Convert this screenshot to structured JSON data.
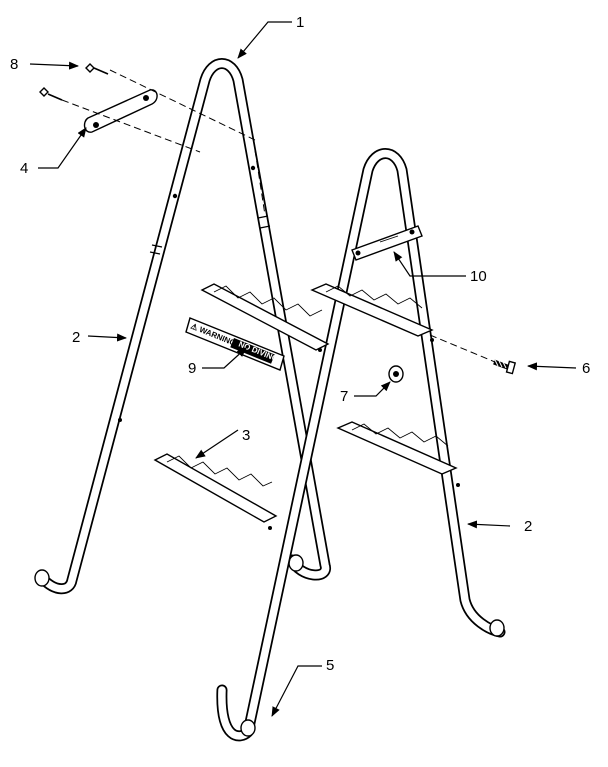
{
  "callouts": [
    {
      "id": "1",
      "text": "1"
    },
    {
      "id": "2a",
      "text": "2"
    },
    {
      "id": "2b",
      "text": "2"
    },
    {
      "id": "3",
      "text": "3"
    },
    {
      "id": "4",
      "text": "4"
    },
    {
      "id": "5",
      "text": "5"
    },
    {
      "id": "6",
      "text": "6"
    },
    {
      "id": "7",
      "text": "7"
    },
    {
      "id": "8",
      "text": "8"
    },
    {
      "id": "9",
      "text": "9"
    },
    {
      "id": "10",
      "text": "10"
    }
  ],
  "warning_label": {
    "line1": "⚠ WARNING",
    "line2": "NO DIVING"
  },
  "colors": {
    "ink": "#000000",
    "paper": "#ffffff"
  }
}
